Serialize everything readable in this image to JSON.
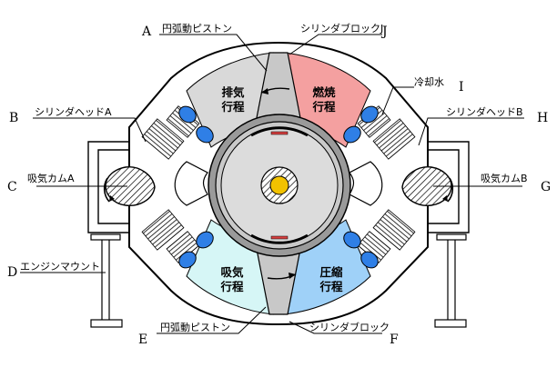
{
  "letters": {
    "A": "A",
    "B": "B",
    "C": "C",
    "D": "D",
    "E": "E",
    "F": "F",
    "G": "G",
    "H": "H",
    "I": "I",
    "J": "J"
  },
  "labels": {
    "piston_top": "円弧動ピストン",
    "block_top": "シリンダブロックJ",
    "head_left": "シリンダヘッドA",
    "head_right": "シリンダヘッドB",
    "coolant": "冷却水",
    "cam_left": "吸気カムA",
    "cam_right": "吸気カムB",
    "mount": "エンジンマウント",
    "piston_bottom": "円弧動ピストン",
    "block_bottom": "シリンダブロック"
  },
  "strokes": {
    "exhaust": [
      "排気",
      "行程"
    ],
    "combustion": [
      "燃焼",
      "行程"
    ],
    "intake": [
      "吸気",
      "行程"
    ],
    "compression": [
      "圧縮",
      "行程"
    ]
  },
  "colors": {
    "exhaust": "#d9d9d9",
    "combustion": "#f4a0a0",
    "intake": "#d6f6f6",
    "compression": "#9fd1f8",
    "cooling_port": "#2f7fe6",
    "center_dot": "#f2c200",
    "body": "#ffffff",
    "outline": "#000000",
    "piston": "#c8c8c8"
  }
}
